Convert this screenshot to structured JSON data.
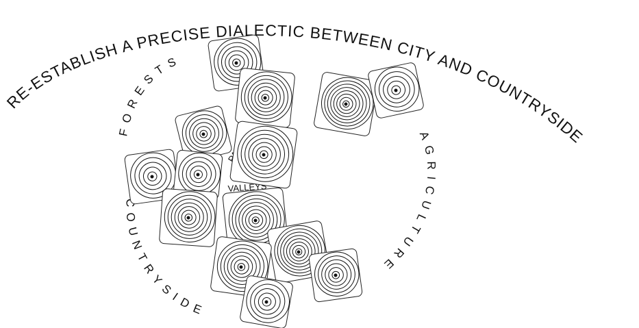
{
  "title": "RE-ESTABLISH  A  PRECISE  DIALECTIC  BETWEEN  CITY AND COUNTRYSIDE",
  "labels": {
    "forests": "FORESTS",
    "countryside": "COUNTRYSIDE",
    "agriculture": "AGRICULTURE",
    "parks": "PARKS",
    "valleys": "VALLEYS"
  },
  "colors": {
    "ink": "#111111",
    "paper": "#ffffff"
  }
}
